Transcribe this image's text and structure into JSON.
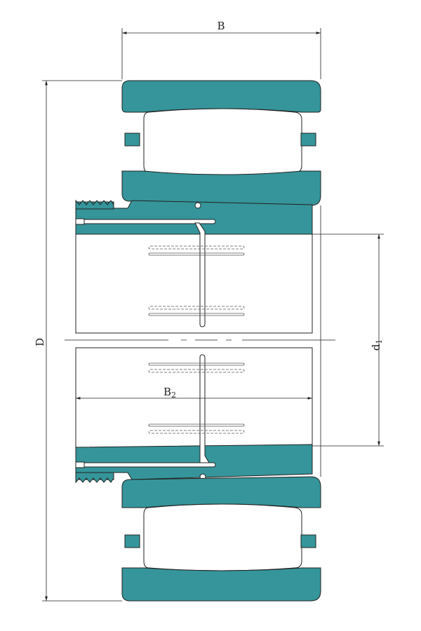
{
  "labels": {
    "B": "B",
    "D": "D",
    "d1_main": "d",
    "d1_sub": "1",
    "B2_main": "B",
    "B2_sub": "2"
  },
  "colors": {
    "steel": "#35959a",
    "line": "#222222",
    "background": "#ffffff"
  }
}
